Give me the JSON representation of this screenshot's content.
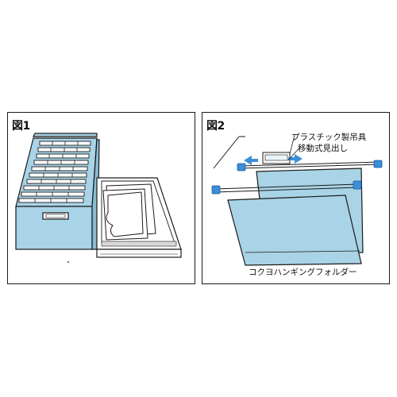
{
  "figure1": {
    "label": "図1"
  },
  "figure2": {
    "label": "図2",
    "callout_plastic": "プラスチック製吊具",
    "callout_index": "移動式見出し",
    "caption": "コクヨハンギングフォルダー"
  },
  "colors": {
    "folder_blue": "#a9d3e6",
    "accent_blue": "#3b8fd6",
    "outline": "#1a1a1a",
    "paper": "#ffffff"
  }
}
